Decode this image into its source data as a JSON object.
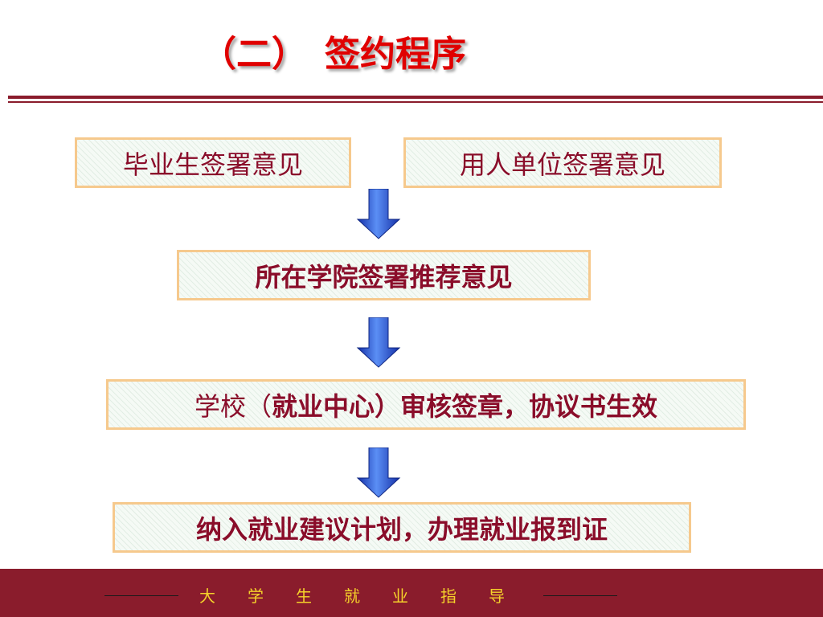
{
  "header": {
    "title_prefix": "（二）",
    "title_main": "签约程序",
    "accent_color": "#e00000",
    "rule_color": "#8a1c2c"
  },
  "flow": {
    "step1_left": "毕业生签署意见",
    "step1_right": "用人单位签署意见",
    "step2": "所在学院签署推荐意见",
    "step3_a": "学校（",
    "step3_b": "就业中心）审核签章，协议书生效",
    "step4": "纳入就业建议计划，办理就业报到证",
    "box_border_color": "#f6c98d",
    "text_color": "#8a0d2a",
    "arrow_icon": "down-arrow-icon",
    "arrow_color": "#2e56d6"
  },
  "footer": {
    "text": "大学生就业指导",
    "background_color": "#8a1c2c",
    "text_color": "#f5d22a"
  }
}
